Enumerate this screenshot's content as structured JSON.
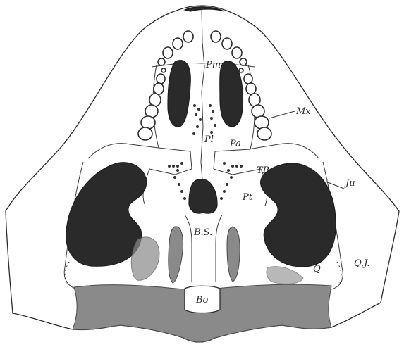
{
  "labels": {
    "premaxilla": "Pmx",
    "maxilla": "Mx",
    "palatine": "Pl",
    "prevomer": "Pa",
    "transverse_pterygoid": "TP",
    "jugal": "Ju",
    "pterygoid": "Pt",
    "basisphenoid": "B.S.",
    "basioccipital": "Bo",
    "quadrate": "Q",
    "quadratojugal": "Q.J."
  }
}
